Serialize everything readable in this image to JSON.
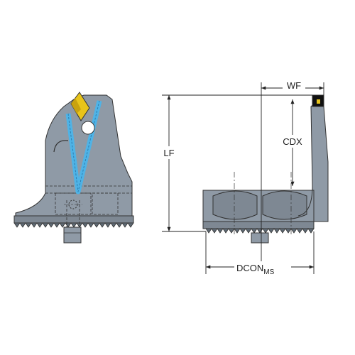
{
  "labels": {
    "wf": "WF",
    "cdx": "CDX",
    "lf": "LF",
    "dcon": "DCON",
    "dcon_sub": "MS"
  },
  "colors": {
    "body": "#8f9aa6",
    "body_dark": "#5f6a74",
    "insert": "#e8c41a",
    "coolant": "#4fb3e6",
    "dimension": "#222222"
  }
}
